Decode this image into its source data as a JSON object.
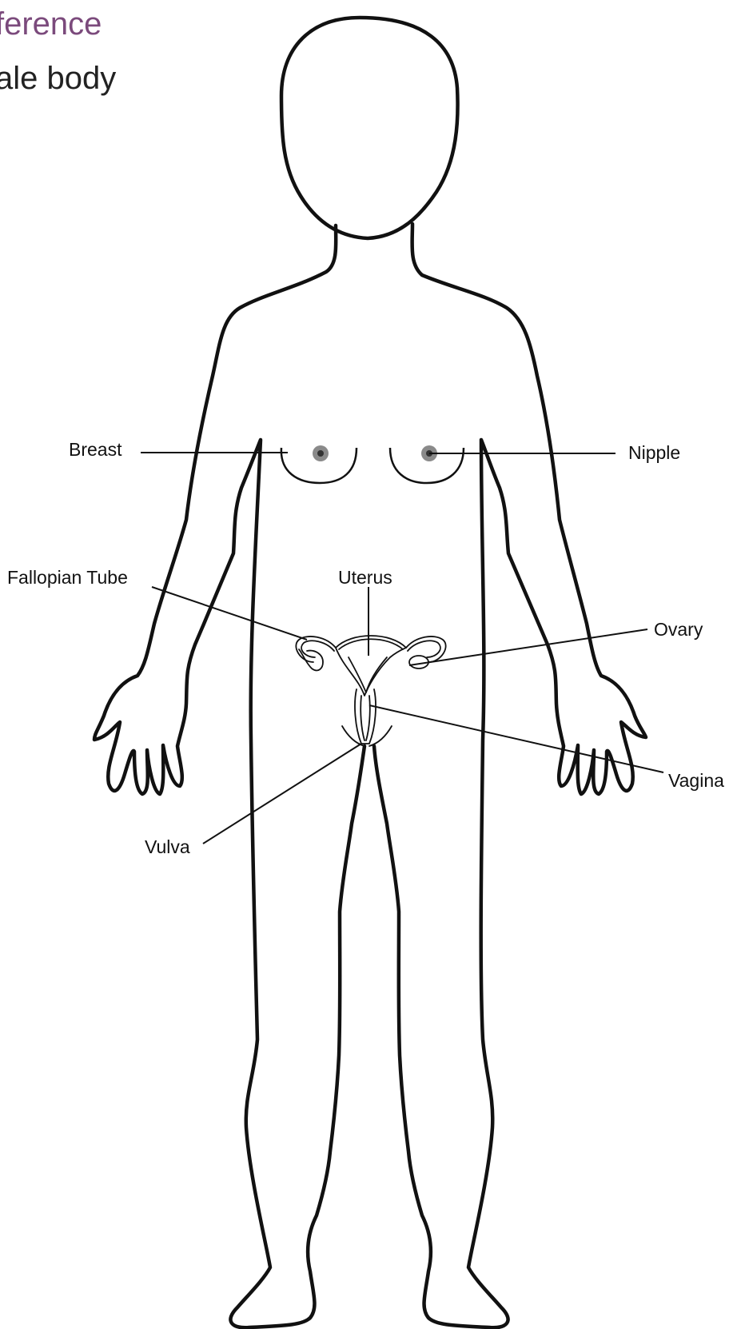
{
  "header": {
    "title_fragment": "ference",
    "subtitle_fragment": "ale body"
  },
  "labels": {
    "breast": "Breast",
    "nipple": "Nipple",
    "fallopian_tube": "Fallopian Tube",
    "uterus": "Uterus",
    "ovary": "Ovary",
    "vagina": "Vagina",
    "vulva": "Vulva"
  },
  "colors": {
    "title": "#7b4a7c",
    "subtitle": "#222222",
    "outline": "#111111",
    "nipple_outer": "#8a8a8a",
    "nipple_inner": "#333333"
  }
}
